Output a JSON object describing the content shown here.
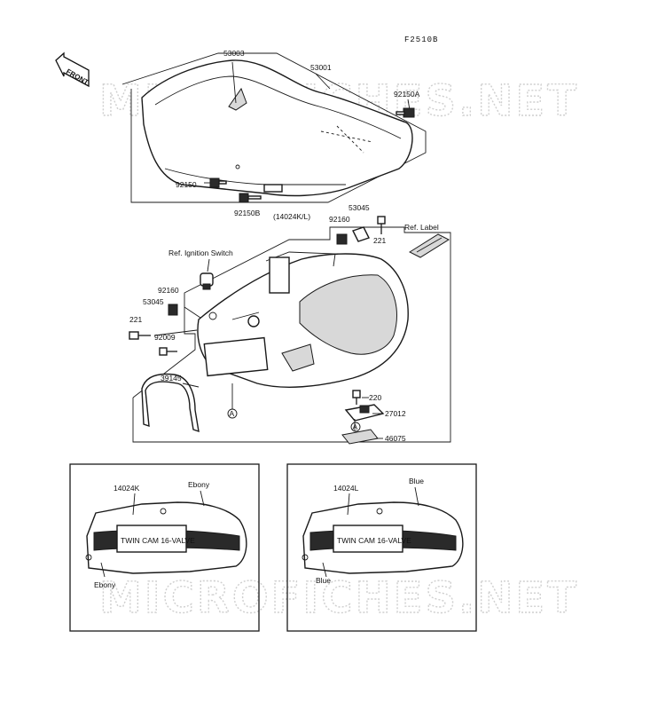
{
  "figure_code": "F2510B",
  "front_arrow": "FRONT",
  "watermark": "MICROFICHES.NET",
  "callouts": {
    "p53003": "53003",
    "p53001": "53001",
    "p92150A": "92150A",
    "p92150": "92150",
    "p92150B": "92150B",
    "p92160_top": "92160",
    "p53045_top": "53045",
    "p221_top": "221",
    "p14024KL": "(14024K/L)",
    "ref_label": "Ref. Label",
    "ref_ignition": "Ref. Ignition Switch",
    "p92160_left": "92160",
    "p53045_left": "53045",
    "p221_left": "221",
    "p92009": "92009",
    "p39145": "39145",
    "p220": "220",
    "p27012": "27012",
    "p46075": "46075",
    "marker_a1": "A",
    "marker_a2": "A"
  },
  "inset_left": {
    "part": "14024K",
    "color_top": "Ebony",
    "color_bottom": "Ebony",
    "decal": "TWIN CAM 16-VALVE"
  },
  "inset_right": {
    "part": "14024L",
    "color_top": "Blue",
    "color_bottom": "Blue",
    "decal": "TWIN CAM 16-VALVE"
  },
  "icons": [
    "front-arrow-icon",
    "seat-drawing",
    "tail-cowl-drawing",
    "bolt-icon",
    "clip-icon",
    "grab-strap-drawing",
    "label-icon"
  ]
}
